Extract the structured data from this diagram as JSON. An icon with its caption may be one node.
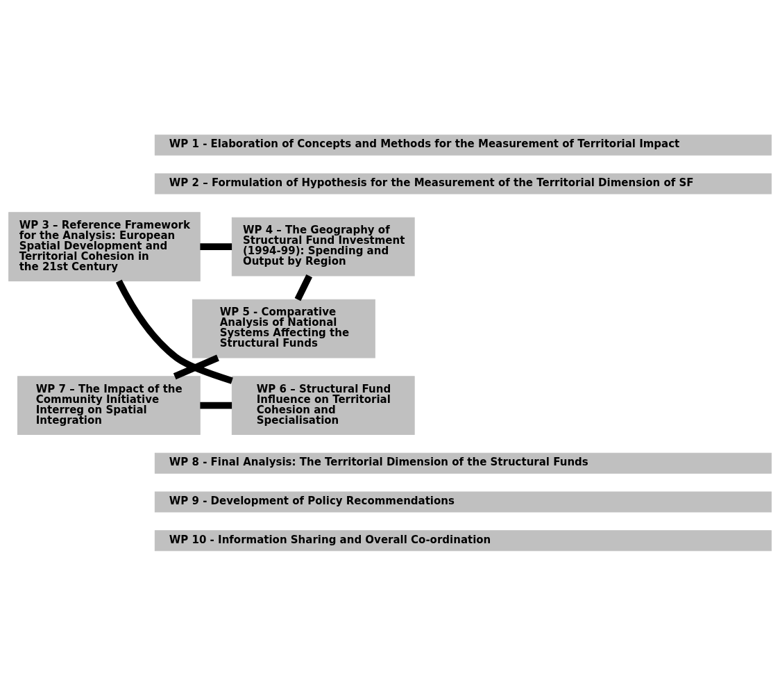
{
  "diagram": {
    "nodes": [
      {
        "text": [
          "WP 1 - Elaboration of Concepts and Methods for the Measurement of Territorial Impact"
        ]
      },
      {
        "text": [
          "WP 2 – Formulation of Hypothesis for the Measurement of the Territorial Dimension of SF"
        ]
      },
      {
        "text": [
          "WP 3 – Reference Framework for the Analysis: European Spatial Development and Territorial Cohesion in the 21st Century"
        ]
      },
      {
        "text": [
          "WP 4 – The Geography of Structural Fund Investment (1994-99): Spending and Output by Region"
        ]
      },
      {
        "text": [
          "WP 5 - Comparative Analysis of National Systems Affecting the Structural Funds"
        ]
      },
      {
        "text": [
          "WP 6 – Structural Fund Influence on Territorial Cohesion and Specialisation"
        ]
      },
      {
        "text": [
          "WP 7 – The Impact of the Community Initiative Interreg on Spatial Integration"
        ]
      },
      {
        "text": [
          "WP 8 - Final Analysis: The Territorial Dimension of the Structural Funds"
        ]
      },
      {
        "text": [
          "WP 9 - Development of Policy Recommendations"
        ]
      },
      {
        "text": [
          "WP 10 - Information Sharing and Overall Co-ordination"
        ]
      }
    ],
    "edges": [
      {
        "from": 2,
        "to": 3,
        "arrow": "none"
      },
      {
        "from": 3,
        "to": 4,
        "arrow": "none"
      },
      {
        "from": 4,
        "to": 6,
        "arrow": "none"
      },
      {
        "from": 6,
        "to": 5,
        "arrow": "none"
      },
      {
        "from": 5,
        "to": 2,
        "arrow": "none"
      }
    ]
  }
}
